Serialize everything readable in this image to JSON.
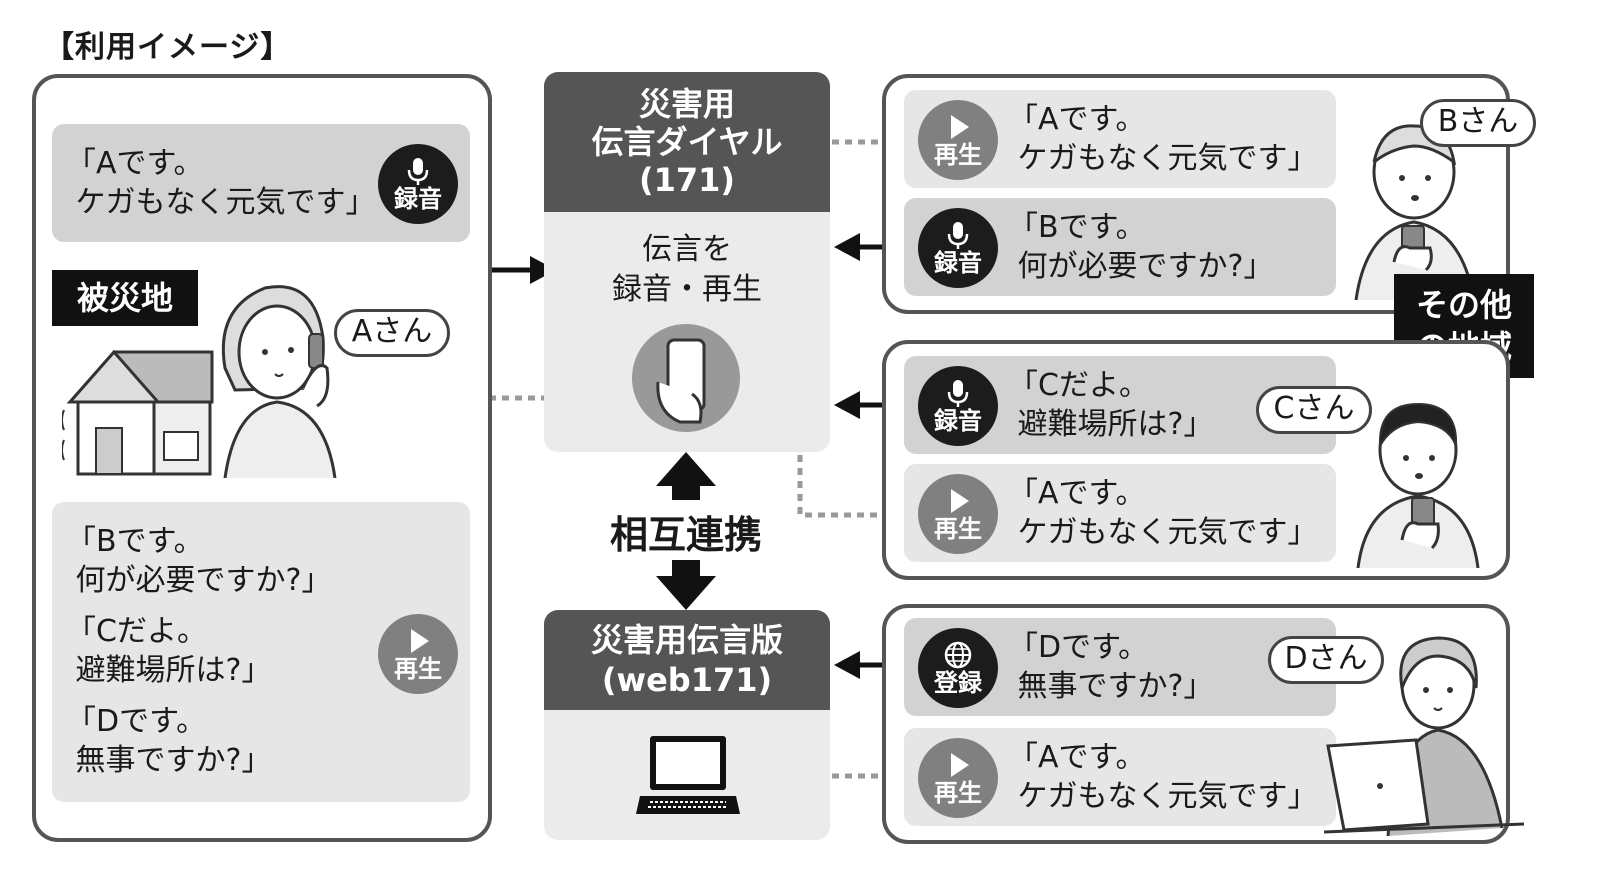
{
  "title": "【利用イメージ】",
  "left_panel": {
    "area_label": "被災地",
    "person": "Aさん",
    "recorded_message": "「Aです。\n ケガもなく元気です」",
    "received_messages": [
      "「Bです。\n 何が必要ですか?」",
      "「Cだよ。\n 避難場所は?」",
      "「Dです。\n 無事ですか?」"
    ]
  },
  "badges": {
    "record": "録音",
    "play": "再生",
    "register": "登録"
  },
  "hub_dial": {
    "name_line1": "災害用",
    "name_line2": "伝言ダイヤル",
    "number": "(171)",
    "function": "伝言を\n録音・再生"
  },
  "mutual_link": "相互連携",
  "hub_board": {
    "name": "災害用伝言版",
    "number": "(web171)"
  },
  "other_area_label": "その他\nの地域",
  "right_panels": [
    {
      "person": "Bさん",
      "play_message": "「Aです。\n ケガもなく元気です」",
      "record_message": "「Bです。\n 何が必要ですか?」"
    },
    {
      "person": "Cさん",
      "record_message": "「Cだよ。\n 避難場所は?」",
      "play_message": "「Aです。\n ケガもなく元気です」"
    },
    {
      "person": "Dさん",
      "register_message": "「Dです。\n 無事ですか?」",
      "play_message": "「Aです。\n ケガもなく元気です」"
    }
  ]
}
